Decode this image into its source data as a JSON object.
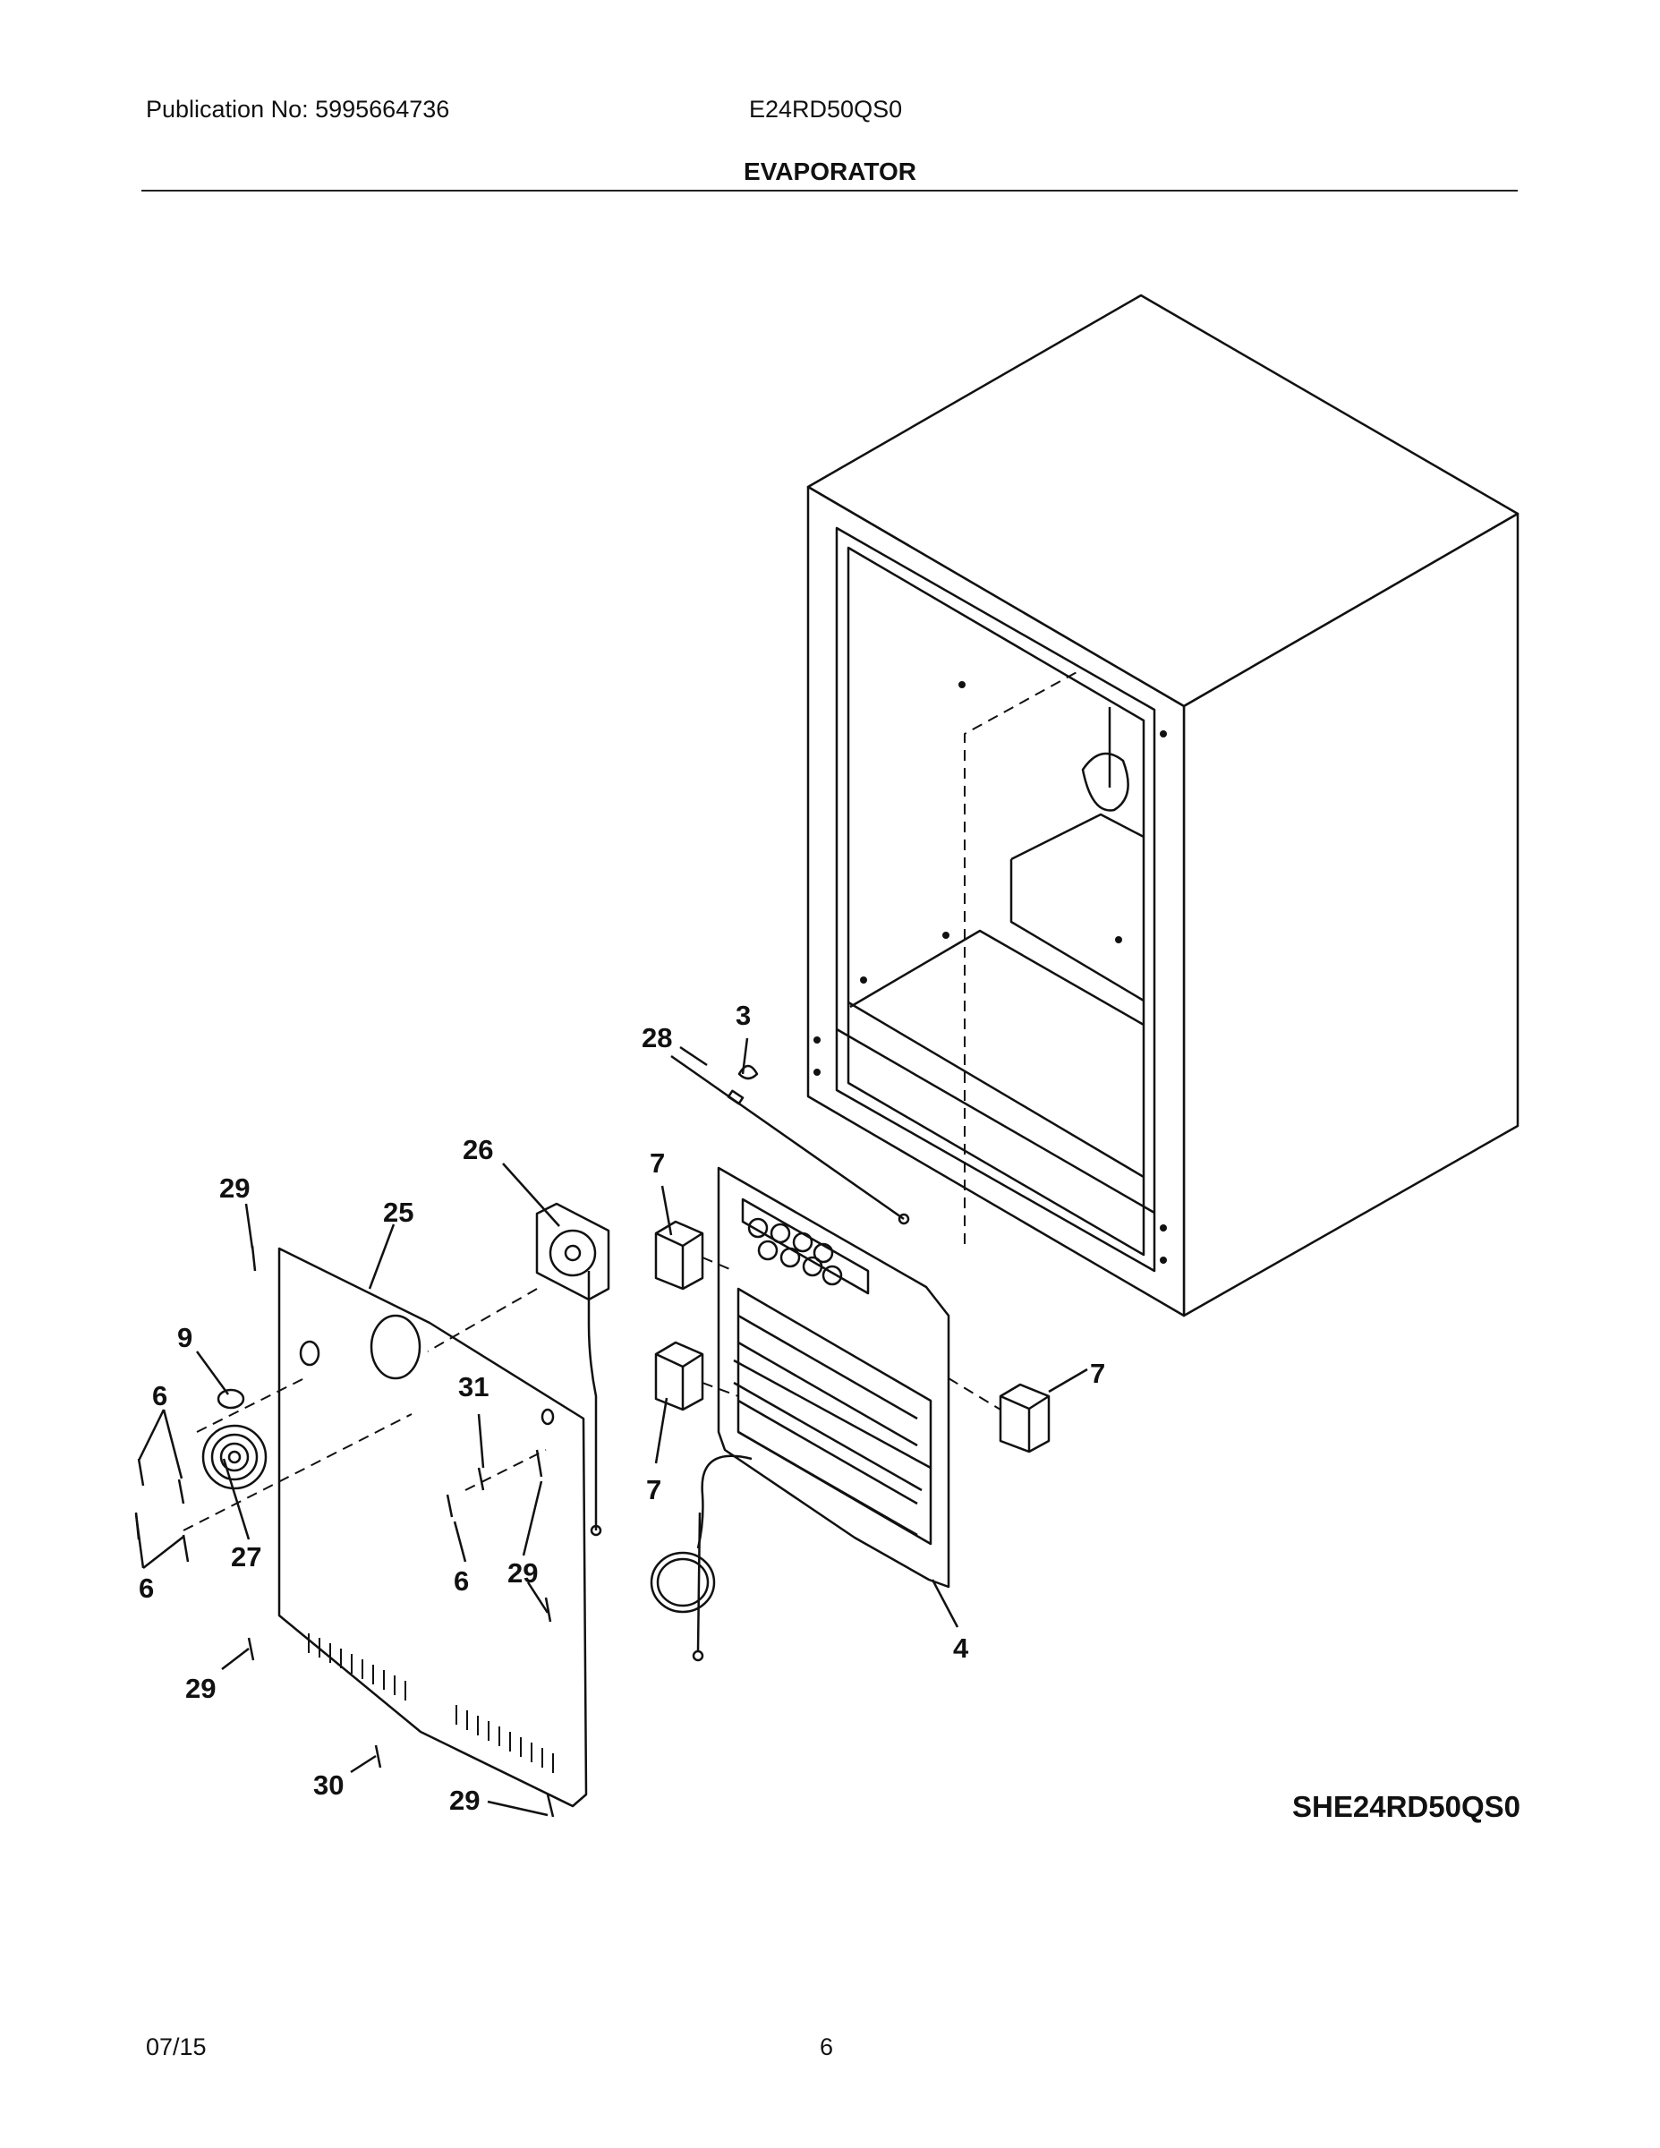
{
  "header": {
    "publication": "Publication No: 5995664736",
    "model": "E24RD50QS0",
    "section_title": "EVAPORATOR"
  },
  "callouts": {
    "c3": "3",
    "c28": "28",
    "c26": "26",
    "c7a": "7",
    "c29a": "29",
    "c25": "25",
    "c9": "9",
    "c6a": "6",
    "c31": "31",
    "c7b": "7",
    "c7c": "7",
    "c27": "27",
    "c6b": "6",
    "c6c": "6",
    "c29b": "29",
    "c4": "4",
    "c29c": "29",
    "c30": "30",
    "c29d": "29"
  },
  "diagram_code": "SHE24RD50QS0",
  "footer": {
    "date": "07/15",
    "page": "6"
  }
}
